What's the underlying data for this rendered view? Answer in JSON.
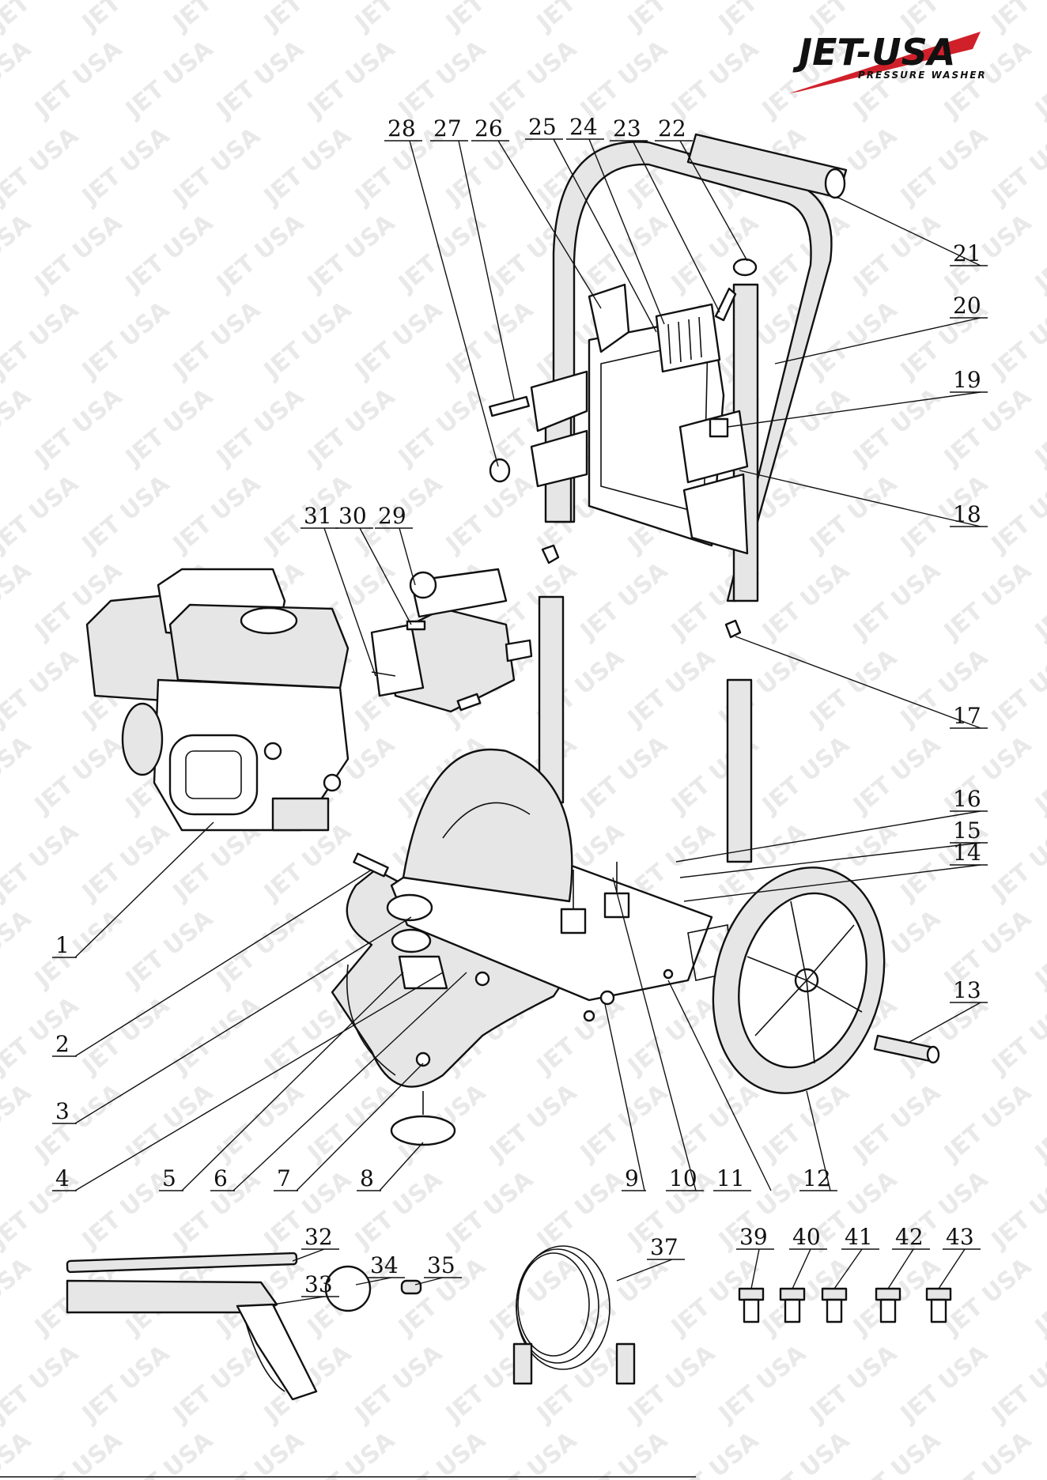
{
  "brand": {
    "name": "JET-USA",
    "tagline": "PRESSURE WASHER",
    "accent_color": "#d0202a"
  },
  "watermark_text": "JET USA",
  "labels": [
    "1",
    "2",
    "3",
    "4",
    "5",
    "6",
    "7",
    "8",
    "9",
    "10",
    "11",
    "12",
    "13",
    "14",
    "15",
    "16",
    "17",
    "18",
    "19",
    "20",
    "21",
    "22",
    "23",
    "24",
    "25",
    "26",
    "27",
    "28",
    "29",
    "30",
    "31",
    "32",
    "33",
    "34",
    "35",
    "37",
    "39",
    "40",
    "41",
    "42",
    "43"
  ]
}
